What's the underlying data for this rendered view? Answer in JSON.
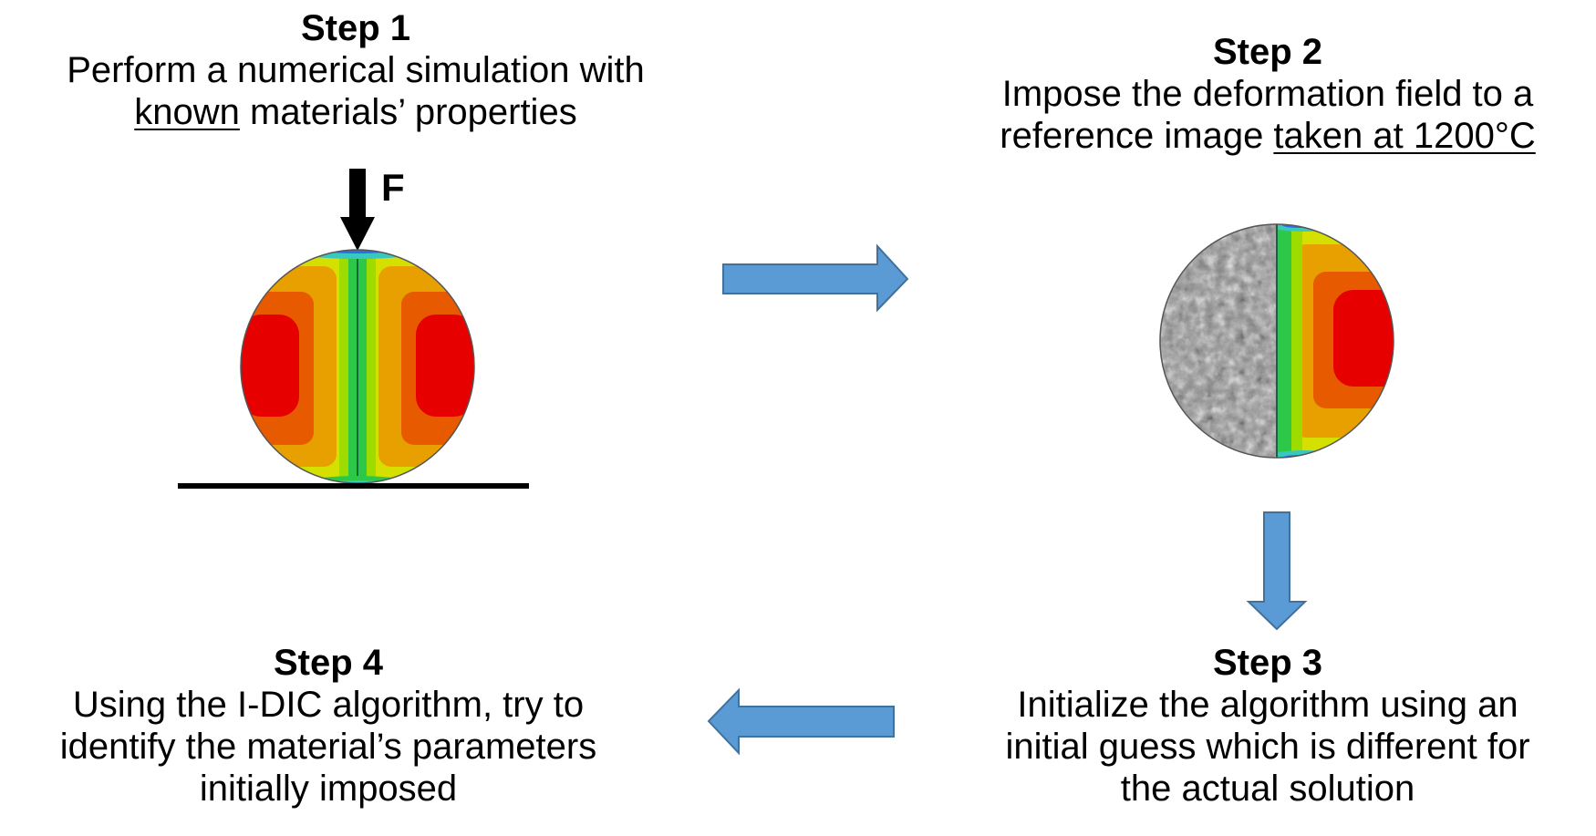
{
  "steps": [
    {
      "title": "Step 1",
      "line1": "Perform a numerical simulation with",
      "line2_underlined": "known",
      "line2_rest": " materials’ properties"
    },
    {
      "title": "Step 2",
      "line1": "Impose the deformation field to a",
      "line2_plain": "reference image ",
      "line2_underlined": "taken at 1200°C"
    },
    {
      "title": "Step 3",
      "line1": "Initialize the algorithm using an",
      "line2": "initial guess which is different for",
      "line3": "the actual solution"
    },
    {
      "title": "Step 4",
      "line1": "Using the I-DIC algorithm, try to",
      "line2": "identify the material’s parameters",
      "line3": "initially imposed"
    }
  ],
  "force_label": "F",
  "colors": {
    "arrow_fill": "#5b9bd5",
    "arrow_stroke": "#41719c",
    "contour_red": "#e60000",
    "contour_orange_red": "#e85a00",
    "contour_orange": "#e8a000",
    "contour_yellow": "#d6e000",
    "contour_lime": "#9edc00",
    "contour_green": "#2ec848",
    "contour_cyan": "#38c8c0",
    "contour_blue": "#2e6fe0"
  }
}
